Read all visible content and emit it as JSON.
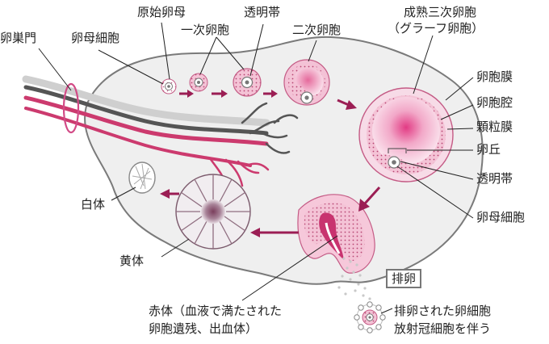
{
  "labels": {
    "hilum": "卵巣門",
    "oocyte_top": "卵母細胞",
    "primordial": "原始卵母",
    "zona_top": "透明帯",
    "primary": "一次卵胞",
    "secondary": "二次卵胞",
    "mature_line1": "成熟三次卵胞",
    "mature_line2": "（グラーフ卵胞）",
    "theca": "卵胞膜",
    "antrum": "卵胞腔",
    "granulosa": "顆粒膜",
    "cumulus": "卵丘",
    "zona_right": "透明帯",
    "oocyte_right": "卵母細胞",
    "albicans": "白体",
    "luteum": "黄体",
    "ovulation": "排卵",
    "rubrum_line1": "赤体（血液で満たされた",
    "rubrum_line2": "卵胞遺残、出血体）",
    "ovulated_line1": "排卵された卵細胞",
    "ovulated_line2": "放射冠細胞を伴う"
  },
  "colors": {
    "ovary_fill": "#eeeeee",
    "outline": "#777777",
    "pink": "#e8a2bb",
    "magenta": "#c8336f",
    "arrow": "#9b1e54",
    "vessel_dark": "#555555",
    "vessel_red": "#cc3a6e",
    "corpus_mauve": "#7d4a62"
  }
}
